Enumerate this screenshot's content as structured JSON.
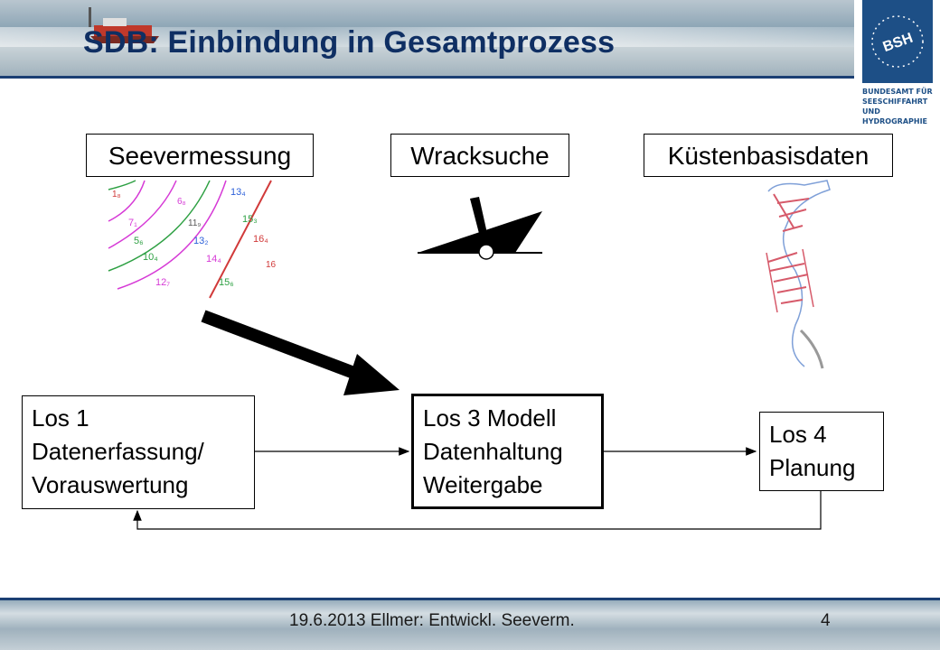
{
  "title": "SDB: Einbindung in Gesamtprozess",
  "logo": {
    "monogram": "BSH",
    "lines": [
      "BUNDESAMT FÜR",
      "SEESCHIFFAHRT",
      "UND",
      "HYDROGRAPHIE"
    ]
  },
  "sources": [
    "Seevermessung",
    "Wracksuche",
    "Küstenbasisdaten"
  ],
  "chart_soundings": [
    "13₄",
    "15₃",
    "16₄",
    "16",
    "14₄",
    "13₂",
    "11₉",
    "12₇",
    "15₆",
    "10₄",
    "5₆",
    "7₁",
    "6₈",
    "1₈"
  ],
  "boxes": {
    "los1": [
      "Los 1",
      "Datenerfassung/",
      "Vorauswertung"
    ],
    "los3": [
      "Los 3 Modell",
      "Datenhaltung",
      "Weitergabe"
    ],
    "los4": [
      "Los 4",
      "Planung"
    ]
  },
  "footer": {
    "text": "19.6.2013 Ellmer: Entwickl. Seeverm.",
    "page": "4"
  },
  "colors": {
    "title": "#0f2f63",
    "header_rule": "#1b3f73",
    "logo_bg": "#1d4f86",
    "contour_green": "#2ea043",
    "contour_magenta": "#d63ad6",
    "contour_red": "#d13a3a",
    "sounding_blue": "#2b5fd9",
    "coast_red": "#d65a6a"
  }
}
